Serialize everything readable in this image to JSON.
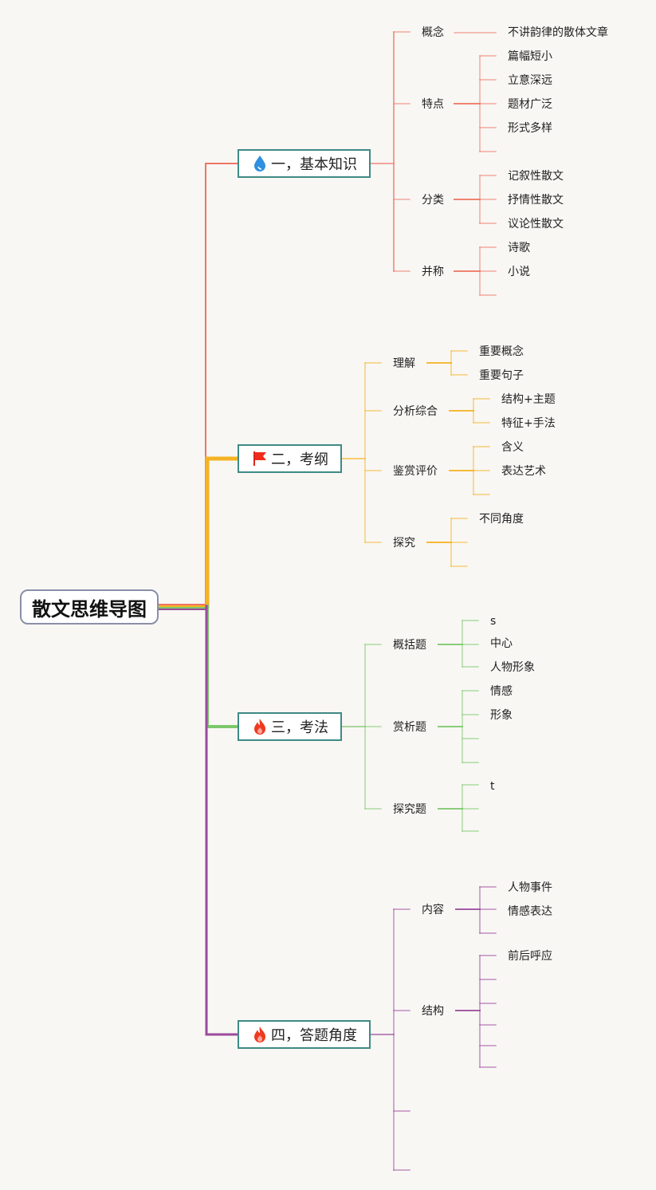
{
  "root": {
    "title": "散文思维导图"
  },
  "branches": [
    {
      "label": "一，基本知识",
      "icon": "water-drop-icon",
      "color": "#ee7564",
      "children": [
        {
          "label": "概念",
          "leaves": [
            "不讲韵律的散体文章"
          ]
        },
        {
          "label": "特点",
          "leaves": [
            "篇幅短小",
            "立意深远",
            "题材广泛",
            "形式多样",
            ""
          ]
        },
        {
          "label": "分类",
          "leaves": [
            "记叙性散文",
            "抒情性散文",
            "议论性散文"
          ]
        },
        {
          "label": "并称",
          "leaves": [
            "诗歌",
            "小说",
            ""
          ]
        }
      ]
    },
    {
      "label": "二，考纲",
      "icon": "red-flag-icon",
      "color": "#f5b324",
      "children": [
        {
          "label": "理解",
          "leaves": [
            "重要概念",
            "重要句子"
          ]
        },
        {
          "label": "分析综合",
          "leaves": [
            "结构+主题",
            "特征+手法"
          ]
        },
        {
          "label": "鉴赏评价",
          "leaves": [
            "含义",
            "表达艺术",
            ""
          ]
        },
        {
          "label": "探究",
          "leaves": [
            "不同角度",
            "",
            ""
          ]
        }
      ]
    },
    {
      "label": "三，考法",
      "icon": "fire-icon",
      "color": "#7cc86b",
      "children": [
        {
          "label": "概括题",
          "leaves": [
            "s",
            "中心",
            "人物形象"
          ]
        },
        {
          "label": "赏析题",
          "leaves": [
            "情感",
            "形象",
            "",
            ""
          ]
        },
        {
          "label": "探究题",
          "leaves": [
            "t",
            "",
            ""
          ]
        }
      ]
    },
    {
      "label": "四，答题角度",
      "icon": "fire-icon",
      "color": "#9b4a9b",
      "children": [
        {
          "label": "内容",
          "leaves": [
            "人物事件",
            "情感表达",
            ""
          ]
        },
        {
          "label": "结构",
          "leaves": [
            "前后呼应",
            "",
            "",
            "",
            "",
            "",
            ""
          ]
        },
        {
          "label": "",
          "leaves": []
        },
        {
          "label": "",
          "leaves": []
        }
      ]
    }
  ]
}
